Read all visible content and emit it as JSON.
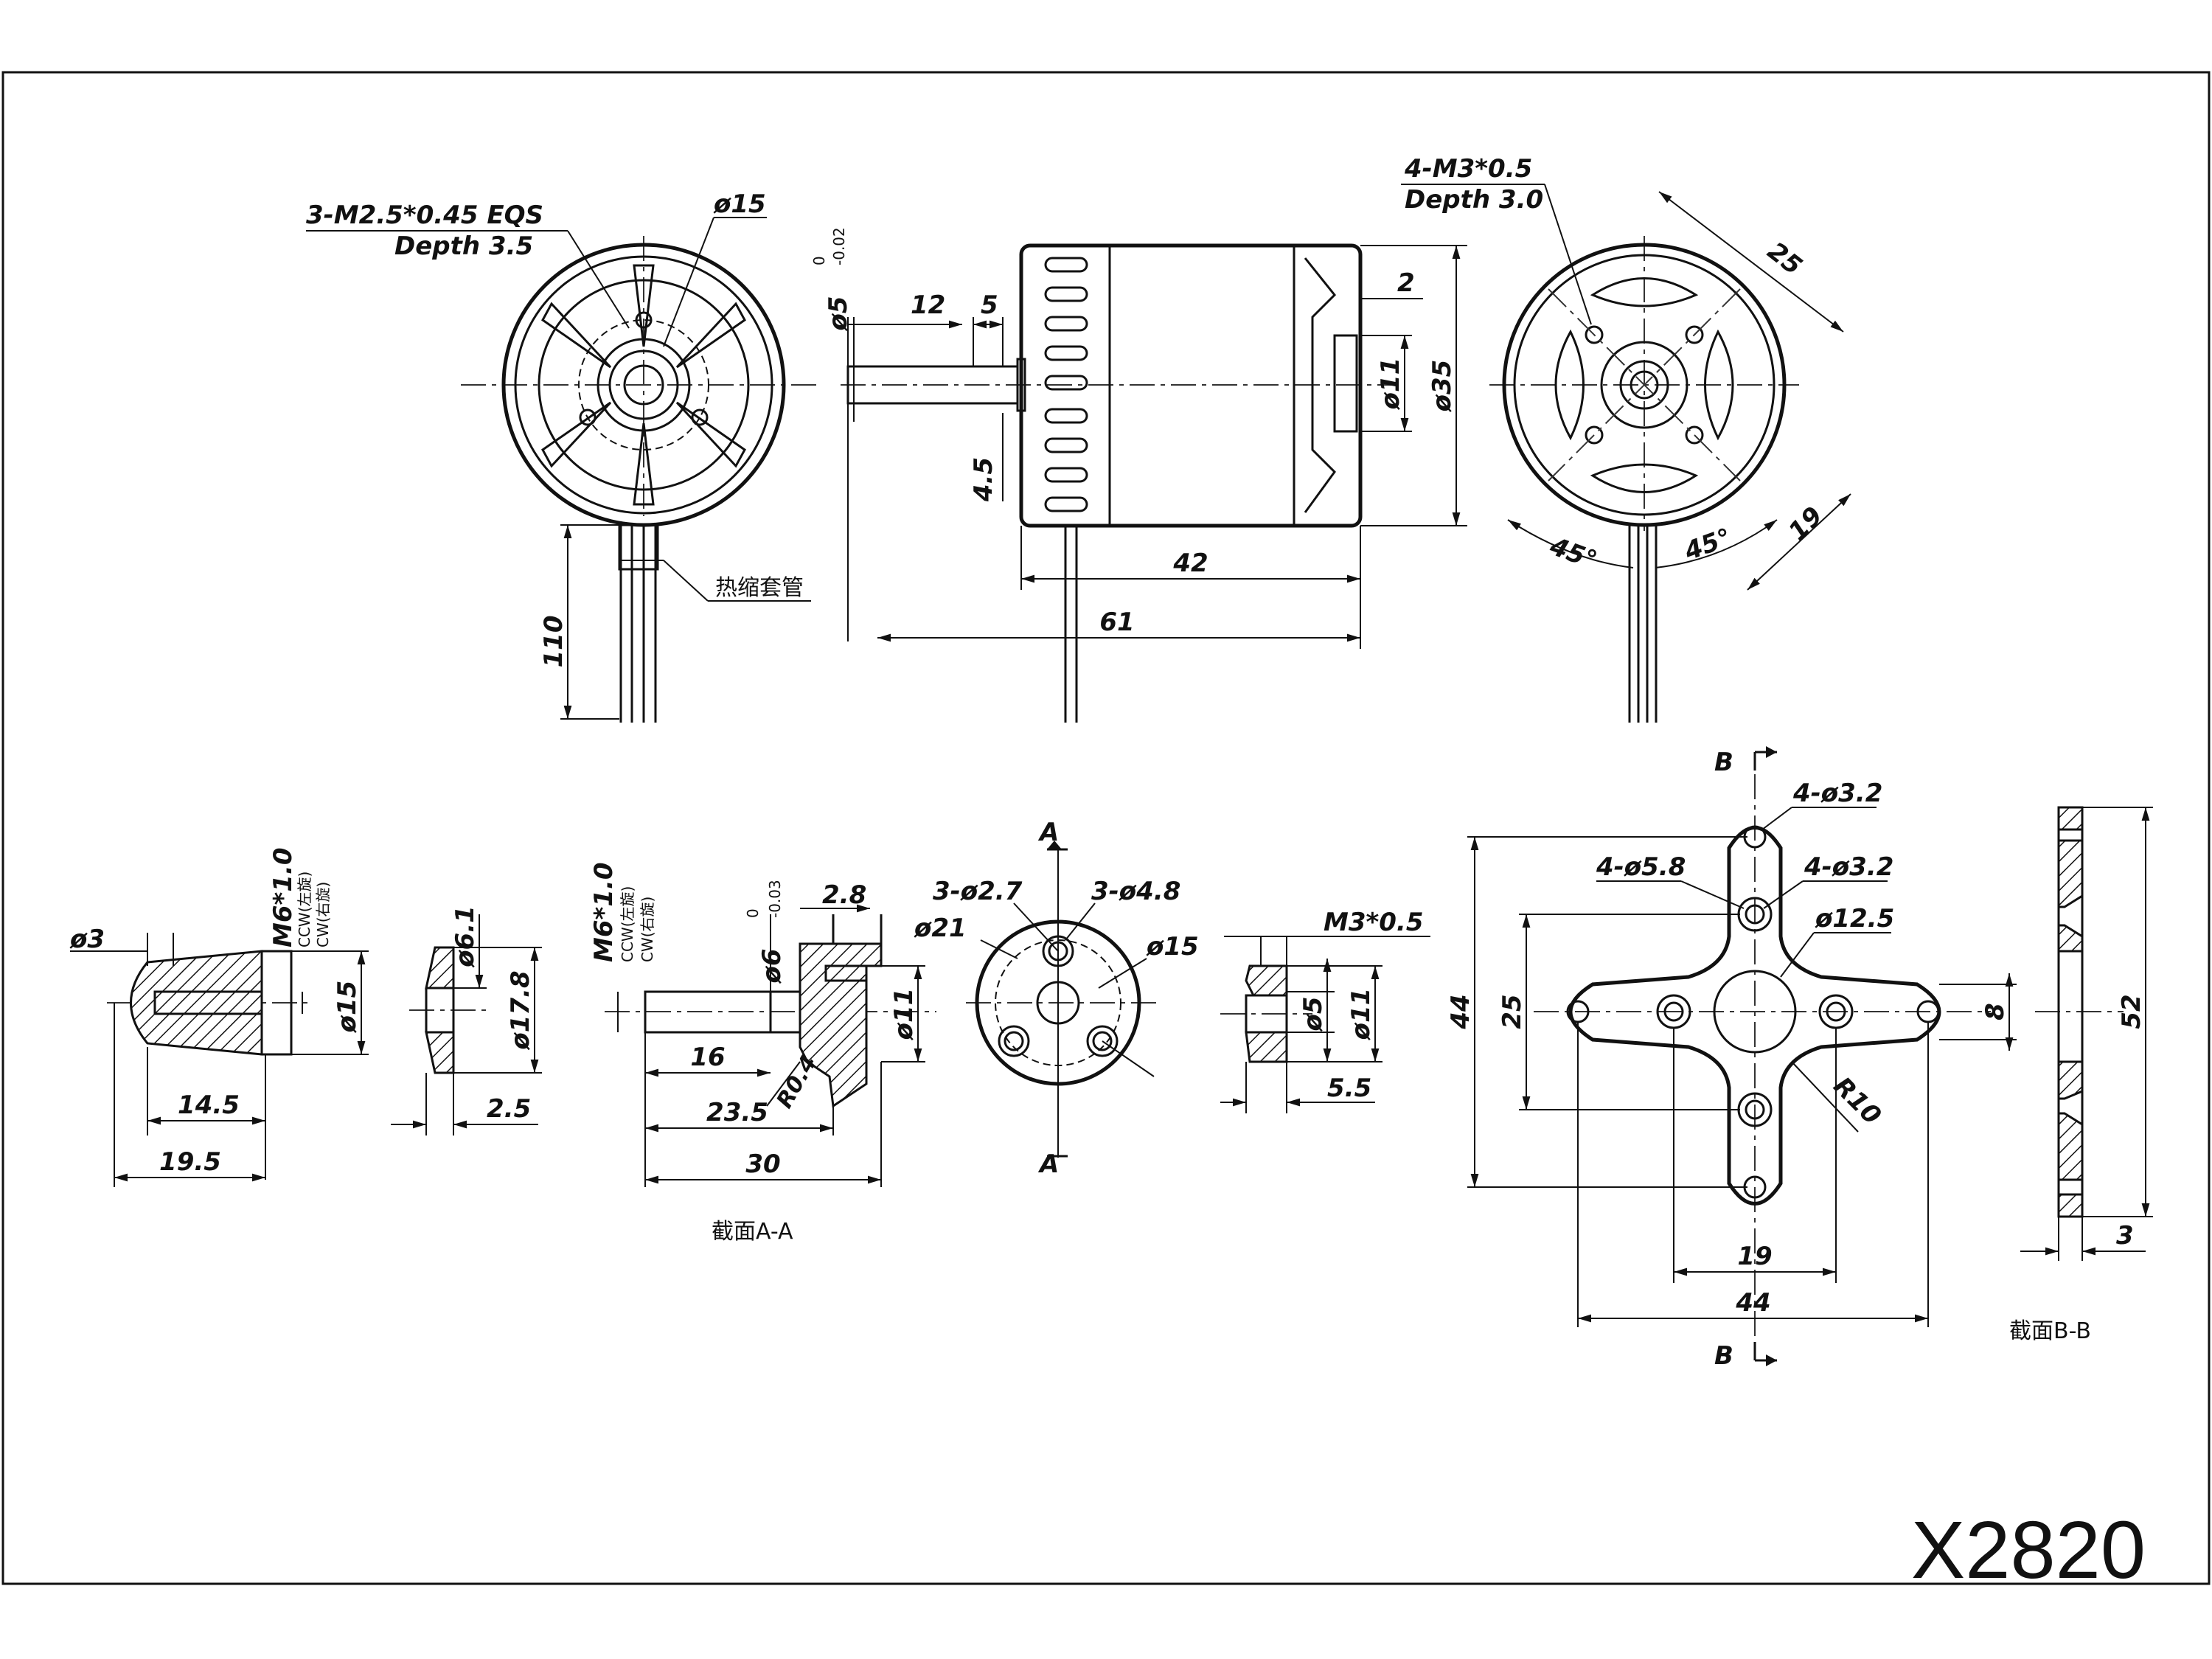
{
  "model": "X2820",
  "front_view": {
    "thread_note": "3-M2.5*0.45 EQS",
    "depth_note": "Depth 3.5",
    "dia_15": "ø15",
    "lead_length": "110",
    "sleeve_note": "热缩套管"
  },
  "side_view": {
    "shaft_dia": "ø5",
    "shaft_tol_upper": "0",
    "shaft_tol_lower": "-0.02",
    "d12": "12",
    "d5": "5",
    "d2": "2",
    "d4_5": "4.5",
    "dia_11": "ø11",
    "dia_35": "ø35",
    "d42": "42",
    "d61": "61"
  },
  "rear_view": {
    "thread_note": "4-M3*0.5",
    "depth_note": "Depth 3.0",
    "d25": "25",
    "d19": "19",
    "angle_left": "45°",
    "angle_right": "45°"
  },
  "spinner": {
    "dia_3": "ø3",
    "thread": "M6*1.0",
    "ccw": "CCW(左旋)",
    "cw": "CW(右旋)",
    "dia_15": "ø15",
    "d14_5": "14.5",
    "d19_5": "19.5"
  },
  "washer": {
    "dia_6_1": "ø6.1",
    "dia_17_8": "ø17.8",
    "d2_5": "2.5"
  },
  "adapter": {
    "thread": "M6*1.0",
    "ccw": "CCW(左旋)",
    "cw": "CW(右旋)",
    "dia_6": "ø6",
    "tol_upper": "0",
    "tol_lower": "-0.03",
    "d2_8": "2.8",
    "dia_11": "ø11",
    "d16": "16",
    "radius": "R0.4",
    "d23_5": "23.5",
    "d30": "30",
    "section_label": "截面A-A"
  },
  "adapter_front": {
    "section_mark": "A",
    "holes_small": "3-ø2.7",
    "holes_large": "3-ø4.8",
    "dia_21": "ø21",
    "dia_15": "ø15"
  },
  "collar": {
    "thread": "M3*0.5",
    "dia_5": "ø5",
    "dia_11": "ø11",
    "d5_5": "5.5"
  },
  "mount": {
    "section_mark": "B",
    "hole_a": "4-ø3.2",
    "hole_b": "4-ø5.8",
    "hole_c": "4-ø3.2",
    "dia_12_5": "ø12.5",
    "d44_v": "44",
    "d25": "25",
    "d8": "8",
    "radius": "R10",
    "d19": "19",
    "d44_h": "44"
  },
  "mount_section": {
    "d52": "52",
    "d3": "3",
    "section_label": "截面B-B"
  }
}
